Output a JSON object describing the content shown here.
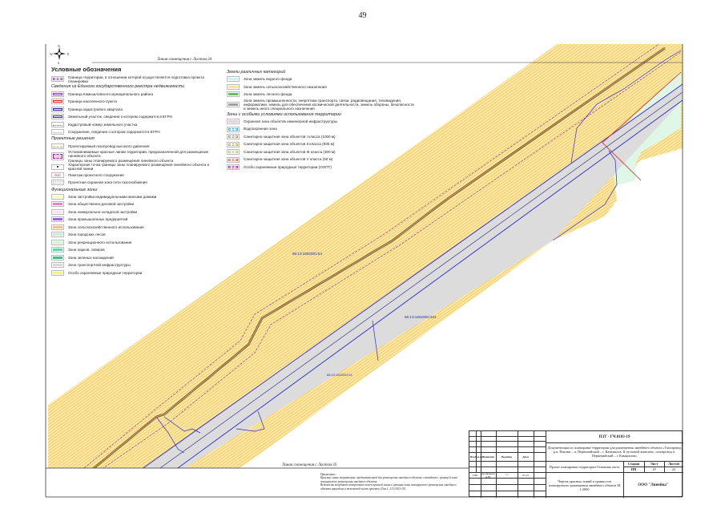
{
  "page_number": "49",
  "compass": {
    "n": "N",
    "s": "S",
    "w": "W",
    "e": "E"
  },
  "match_line_top": "Линия совмещения с Листом 34",
  "match_line_bottom": "Линия совмещения с Листом 35",
  "colors": {
    "agri_fill": "#fdeaa8",
    "agri_stripe": "#f3c65e",
    "road": "#dcdcdc",
    "cadastral": "#2a2ad0",
    "pipeline": "#e8925a",
    "red_line": "#8a2a8a",
    "forest": "#dff7e6",
    "settlement": "#d62020"
  },
  "parcels": [
    "66:13:1602001:54",
    "66:13:1602002:424",
    "66:13:1602002:11"
  ],
  "legend": {
    "title": "Условные обозначения",
    "top_item": {
      "label": "Граница территории, в отношении которой осуществляется подготовка проекта планировки",
      "color": "#b040c0"
    },
    "egrn_header": "Сведения из Единого государственного реестра недвижимости",
    "egrn": [
      {
        "label": "Граница Камышловского муниципального района",
        "color": "#a020f0"
      },
      {
        "label": "Граница населенного пункта",
        "color": "#e02020"
      },
      {
        "label": "Граница кадастрового квартала",
        "color": "#202090"
      },
      {
        "label": "Земельный участок, сведения о котором содержатся в ЕГРН",
        "color": "#2a2ad0"
      },
      {
        "label": "Кадастровый номер земельного участка",
        "color": "#6060c0"
      },
      {
        "label": "Сооружение, сведения о котором содержатся в ЕГРН",
        "color": "#cccccc"
      }
    ],
    "project_header": "Проектные решения",
    "project": [
      {
        "label": "Проектируемый газопровод высокого давления",
        "color": "#e8925a"
      },
      {
        "label": "Устанавливаемые красные линии территории, предназначенной для размещения линейного объекта",
        "label2": "Границы зоны планируемого размещения линейного объекта",
        "color": "#8a2a8a"
      },
      {
        "label": "Характерная точка границы зоны планируемого размещения линейного объекта и красной линии",
        "color": "#000000"
      },
      {
        "label": "Пикетаж проектного сооружения",
        "color": "#d02020",
        "badge": "ПК87"
      },
      {
        "label": "Проектная охранная зона сети газоснабжения",
        "color": "#a0d0d0"
      }
    ],
    "zones_header": "Функциональные зоны",
    "zones": [
      {
        "label": "Зона застройки индивидуальными жилыми домами",
        "color": "#fdfcc0"
      },
      {
        "label": "Зона общественно-деловой застройки",
        "color": "#f080c0"
      },
      {
        "label": "Зона коммунально-складской застройки",
        "color": "#fce0f0"
      },
      {
        "label": "Зона промышленных предприятий",
        "color": "#a060e0"
      },
      {
        "label": "Зона сельскохозяйственного использования",
        "color": "#f8c088"
      },
      {
        "label": "Зона городских лесов",
        "color": "#c0f0d8"
      },
      {
        "label": "Зона рекреационного использования",
        "color": "#d0f8d0"
      },
      {
        "label": "Зона парков, скверов",
        "color": "#60d8a0"
      },
      {
        "label": "Зона зеленых насаждений",
        "color": "#50b880"
      },
      {
        "label": "Зона транспортной инфраструктуры",
        "color": "#d8d8d8"
      },
      {
        "label": "Особо охраняемые природные территории",
        "color": "#fcf080"
      }
    ],
    "lands_header": "Земли различных категорий",
    "lands": [
      {
        "label": "Зона земель водного фонда",
        "color": "#c8f4f8"
      },
      {
        "label": "Зона земель сельскохозяйственного назначения",
        "color": "#fde3a0"
      },
      {
        "label": "Зона земель лесного фонда",
        "color": "#60c060"
      },
      {
        "label": "Зона земель промышленности, энергетики транспорта, связи, радиовещания, телевидения, информатики, земель для обеспечения космической деятельности, земель обороны, безопасности и земель иного специального назначения",
        "color": "#a0a0a0"
      }
    ],
    "zouit_header": "Зоны с особыми условиями использования территории",
    "zouit": [
      {
        "label": "Охранная зона объектов инженерной инфраструктуры",
        "color": "#e8c8f0"
      },
      {
        "label": "Водоохранная зона",
        "color": "#40a0e0"
      },
      {
        "label": "Санитарно-защитная зона объектов I класса (1000 м)",
        "color": "#a0a040"
      },
      {
        "label": "Санитарно-защитная зона объектов II класса (500 м)",
        "color": "#b0b050"
      },
      {
        "label": "Санитарно-защитная зона объектов III класса (300 м)",
        "color": "#c0c080"
      },
      {
        "label": "Санитарно-защитная зона объектов V класса (50 м)",
        "color": "#e06060"
      },
      {
        "label": "Особо охраняемые природные территории (ООПТ)",
        "color": "#c020c0"
      }
    ]
  },
  "notes": {
    "title": "Примечание:",
    "lines": [
      "Красные линии территории, предназначенной для размещения линейного объекта, совпадают с границей зоны планируемого размещения линейного объекта.",
      "Ведомость координат поворотных точек красной линии и границы зоны планируемого размещения линейного объекта приведена в текстовой части проекта (Том 1. 213.0103-19)."
    ]
  },
  "title_block": {
    "code": "ПЗТ - ГЧ.0103-19",
    "description": "Документация по планировке территории для размещения линейного объекта «Газопровод р.п. Пышма – п. Первомайский – г. Камышлов. II пусковой комплекс, газопровод п. Первомайский – г. Камышлов»",
    "headers": [
      "Изм.",
      "Кол.уч.",
      "Фамилия",
      "Подпись",
      "Дата"
    ],
    "role": "ГИП",
    "name": "Архипенков А.Ю.",
    "date": "05.19",
    "project_name": "Проект планировки территории Основная часть",
    "stage_label": "Стадия",
    "sheet_label": "Лист",
    "sheets_label": "Листов",
    "stage": "ПП",
    "sheet": "18",
    "sheets": "22",
    "drawing_name": "Чертеж красных линий и границ зон планируемого размещения линейного объекта М 1:2000",
    "company": "ООО \"Линейка\""
  }
}
